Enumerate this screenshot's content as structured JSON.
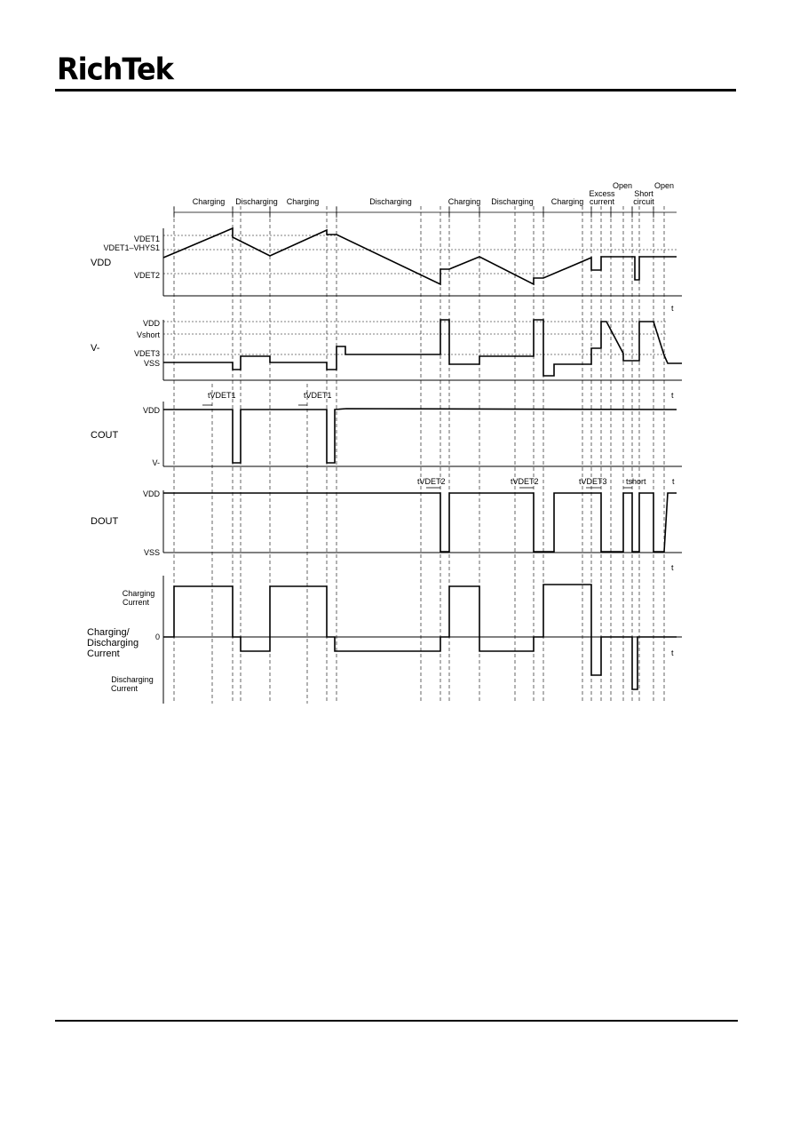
{
  "header": {
    "logo_text": "RichTek"
  },
  "diagram": {
    "phases": [
      "Charging",
      "Discharging",
      "Charging",
      "Discharging",
      "Charging",
      "Discharging",
      "Charging"
    ],
    "excess_top": "Excess",
    "excess_bottom": "current",
    "open1": "Open",
    "short_top": "Short",
    "short_bottom": "circuit",
    "open2": "Open",
    "vdd": {
      "name": "VDD",
      "vdet1": "VDET1",
      "vdet1_hys": "VDET1–VHYS1",
      "vdet2": "VDET2",
      "t": "t"
    },
    "vminus": {
      "name": "V-",
      "vdd": "VDD",
      "vshort": "Vshort",
      "vdet3": "VDET3",
      "vss": "VSS",
      "t": "t"
    },
    "cout": {
      "name": "COUT",
      "vdd": "VDD",
      "vminus": "V-",
      "tvdet1_a": "tVDET1",
      "tvdet1_b": "tVDET1"
    },
    "dout": {
      "name": "DOUT",
      "vdd": "VDD",
      "vss": "VSS",
      "tvdet2_a": "tVDET2",
      "tvdet2_b": "tVDET2",
      "tvdet3": "tVDET3",
      "tshort": "tshort",
      "t": "t",
      "t2": "t"
    },
    "current": {
      "name1": "Charging/",
      "name2": "Discharging",
      "name3": "Current",
      "charging1": "Charging",
      "charging2": "Current",
      "zero": "0",
      "discharging1": "Discharging",
      "discharging2": "Current",
      "t": "t"
    }
  }
}
